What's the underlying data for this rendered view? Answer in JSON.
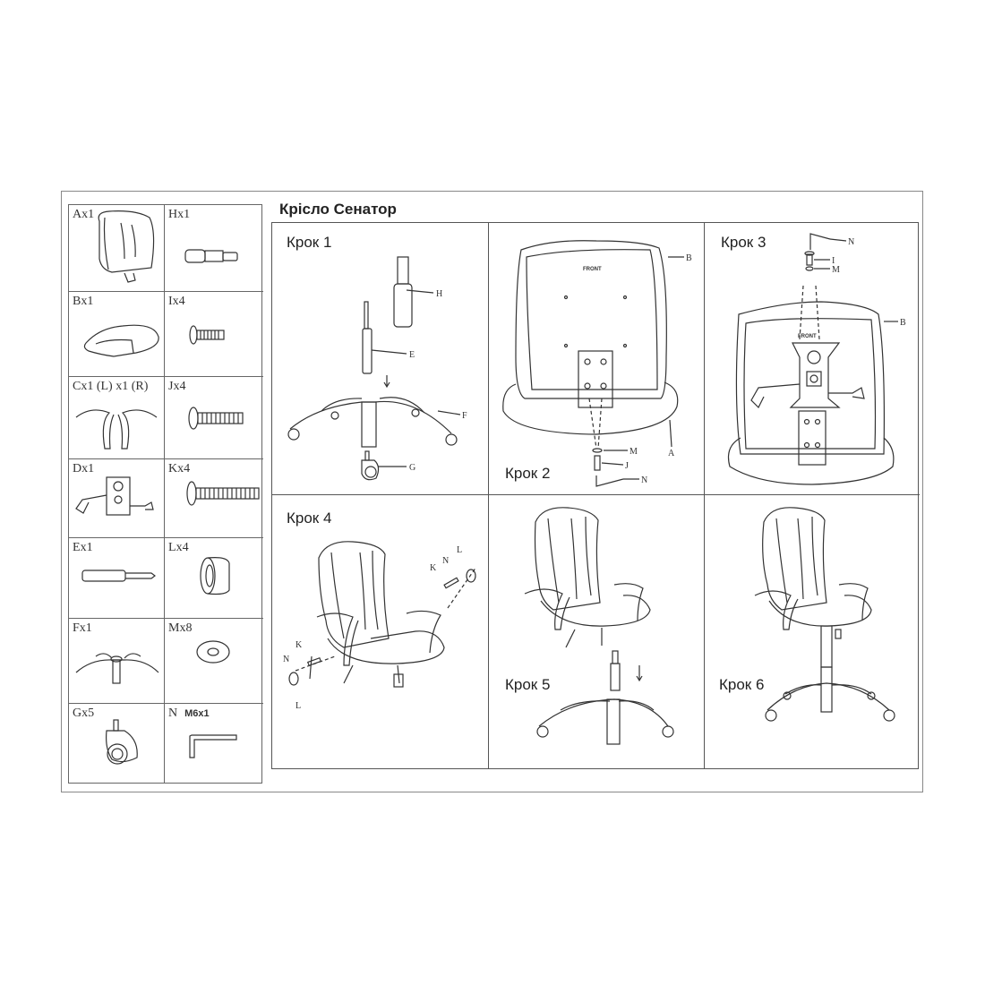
{
  "title": "Крісло Сенатор",
  "parts": [
    {
      "code": "A",
      "qty": "x1"
    },
    {
      "code": "H",
      "qty": "x1"
    },
    {
      "code": "B",
      "qty": "x1"
    },
    {
      "code": "I",
      "qty": "x4"
    },
    {
      "code": "C",
      "qty": "x1 (L) x1 (R)"
    },
    {
      "code": "J",
      "qty": "x4"
    },
    {
      "code": "D",
      "qty": "x1"
    },
    {
      "code": "K",
      "qty": "x4"
    },
    {
      "code": "E",
      "qty": "x1"
    },
    {
      "code": "L",
      "qty": "x4"
    },
    {
      "code": "F",
      "qty": "x1"
    },
    {
      "code": "M",
      "qty": "x8"
    },
    {
      "code": "G",
      "qty": "x5"
    },
    {
      "code": "N",
      "qty": "",
      "size": "M6x1"
    }
  ],
  "steps": [
    {
      "label": "Крок 1",
      "callouts": [
        "H",
        "E",
        "F",
        "G"
      ]
    },
    {
      "label": "Крок 2",
      "callouts": [
        "B",
        "A",
        "M",
        "J",
        "N"
      ],
      "mark": "FRONT"
    },
    {
      "label": "Крок 3",
      "callouts": [
        "N",
        "I",
        "M",
        "B"
      ],
      "mark": "FRONT"
    },
    {
      "label": "Крок 4",
      "callouts": [
        "K",
        "N",
        "L",
        "N",
        "K",
        "L"
      ]
    },
    {
      "label": "Крок 5",
      "callouts": []
    },
    {
      "label": "Крок 6",
      "callouts": []
    }
  ]
}
